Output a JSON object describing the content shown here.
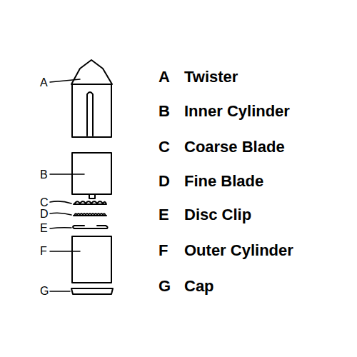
{
  "diagram": {
    "labels": [
      "A",
      "B",
      "C",
      "D",
      "E",
      "F",
      "G",
      "A",
      "Twister",
      "B",
      "Inner Cylinder",
      "C",
      "Coarse Blade",
      "D",
      "Fine Blade",
      "E",
      "Disc Clip",
      "F",
      "Outer Cylinder",
      "G",
      "Cap"
    ]
  }
}
